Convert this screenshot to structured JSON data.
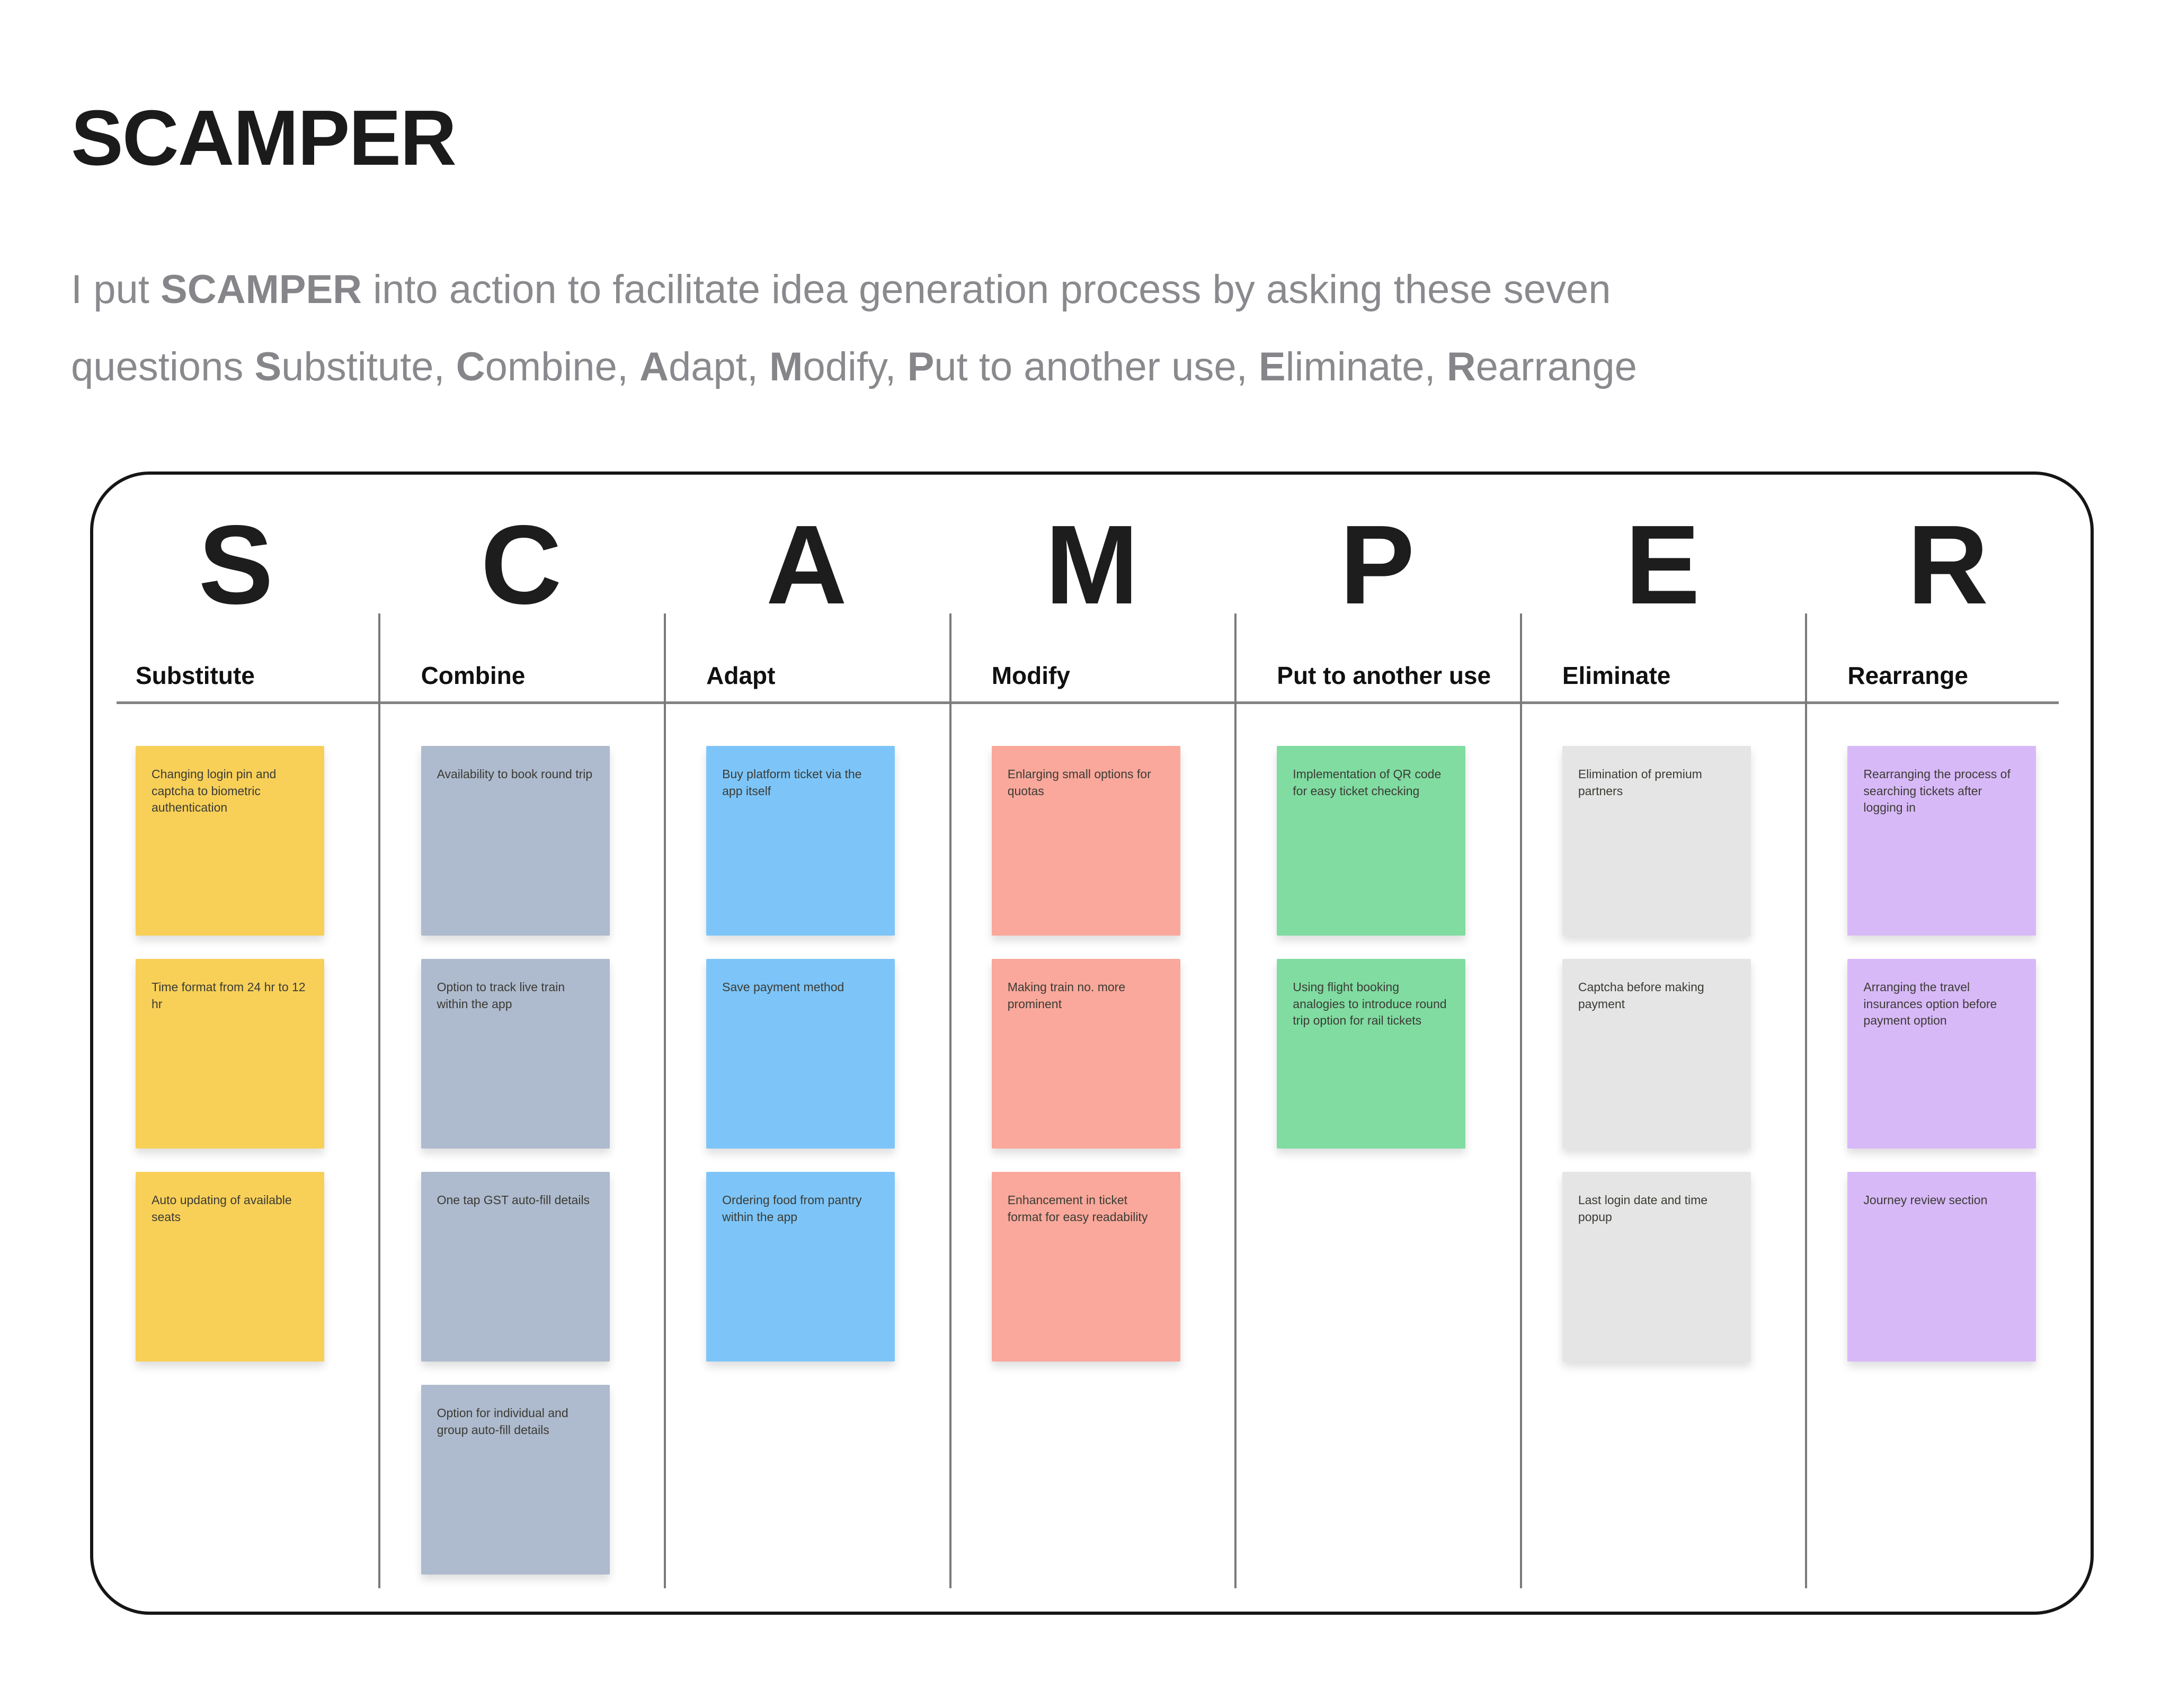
{
  "page": {
    "title": "SCAMPER",
    "intro_segments": [
      {
        "t": "I put ",
        "b": false
      },
      {
        "t": "SCAMPER",
        "b": true
      },
      {
        "t": " into action to facilitate idea generation process by asking these seven",
        "b": false
      },
      {
        "br": true
      },
      {
        "t": "questions ",
        "b": false
      },
      {
        "t": "S",
        "b": true
      },
      {
        "t": "ubstitute, ",
        "b": false
      },
      {
        "t": "C",
        "b": true
      },
      {
        "t": "ombine, ",
        "b": false
      },
      {
        "t": "A",
        "b": true
      },
      {
        "t": "dapt, ",
        "b": false
      },
      {
        "t": "M",
        "b": true
      },
      {
        "t": "odify, ",
        "b": false
      },
      {
        "t": "P",
        "b": true
      },
      {
        "t": "ut to another use, ",
        "b": false
      },
      {
        "t": "E",
        "b": true
      },
      {
        "t": "liminate, ",
        "b": false
      },
      {
        "t": "R",
        "b": true
      },
      {
        "t": "earrange",
        "b": false
      }
    ]
  },
  "board": {
    "border_color": "#161616",
    "divider_color": "#7a7a7a",
    "columns": [
      {
        "letter": "S",
        "header": "Substitute",
        "color": "#F8D058",
        "notes": [
          "Changing login pin and captcha to biometric authentication",
          "Time format from 24 hr to 12 hr",
          "Auto updating of available seats"
        ]
      },
      {
        "letter": "C",
        "header": "Combine",
        "color": "#AEBACD",
        "notes": [
          "Availability to book round trip",
          "Option to track live train within the app",
          "One tap GST auto-fill details",
          "Option for individual and group auto-fill details"
        ]
      },
      {
        "letter": "A",
        "header": "Adapt",
        "color": "#7DC5F8",
        "notes": [
          "Buy platform ticket via the app itself",
          "Save payment method",
          "Ordering food from pantry within the app"
        ]
      },
      {
        "letter": "M",
        "header": "Modify",
        "color": "#F9A89B",
        "notes": [
          "Enlarging small options for quotas",
          "Making train no. more prominent",
          "Enhancement in ticket format for easy readability"
        ]
      },
      {
        "letter": "P",
        "header": "Put to another use",
        "color": "#80DCA1",
        "notes": [
          "Implementation of QR code for easy ticket checking",
          "Using flight booking analogies to introduce round trip option for rail tickets"
        ]
      },
      {
        "letter": "E",
        "header": "Eliminate",
        "color": "#E5E5E5",
        "notes": [
          "Elimination of premium partners",
          "Captcha before making payment",
          "Last login date and time popup"
        ]
      },
      {
        "letter": "R",
        "header": "Rearrange",
        "color": "#D8B9F8",
        "notes": [
          "Rearranging the process of searching tickets after logging in",
          "Arranging the travel insurances option before payment option",
          "Journey review section"
        ]
      }
    ]
  }
}
